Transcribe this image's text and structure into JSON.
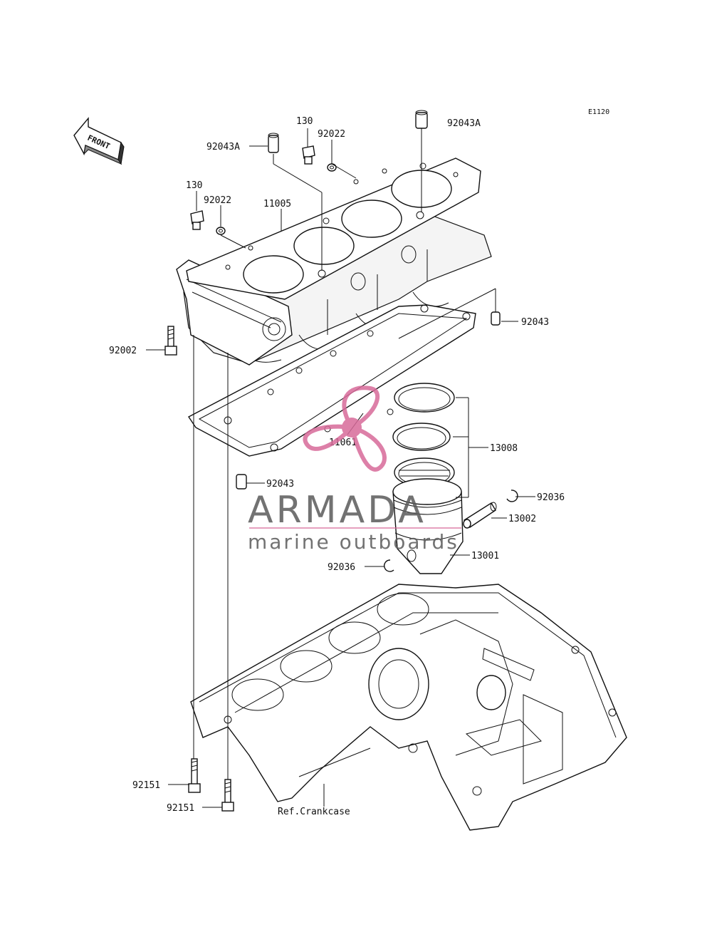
{
  "diagram_code": "E1120",
  "direction_label": "FRONT",
  "parts": {
    "p130_top": "130",
    "p92022_top": "92022",
    "p92043A_left": "92043A",
    "p92043A_right": "92043A",
    "p130_left": "130",
    "p92022_left": "92022",
    "p11005": "11005",
    "p92043_right": "92043",
    "p92002": "92002",
    "p11061": "11061",
    "p13008": "13008",
    "p92043_lower": "92043",
    "p92036_right": "92036",
    "p13002": "13002",
    "p13001": "13001",
    "p92036_left": "92036",
    "p92151_a": "92151",
    "p92151_b": "92151",
    "ref_crankcase": "Ref.Crankcase"
  },
  "watermark": {
    "brand": "ARMADA",
    "tagline": "marine outboards",
    "accent_color": "#d86a9a",
    "text_color": "#5a5a5a"
  }
}
